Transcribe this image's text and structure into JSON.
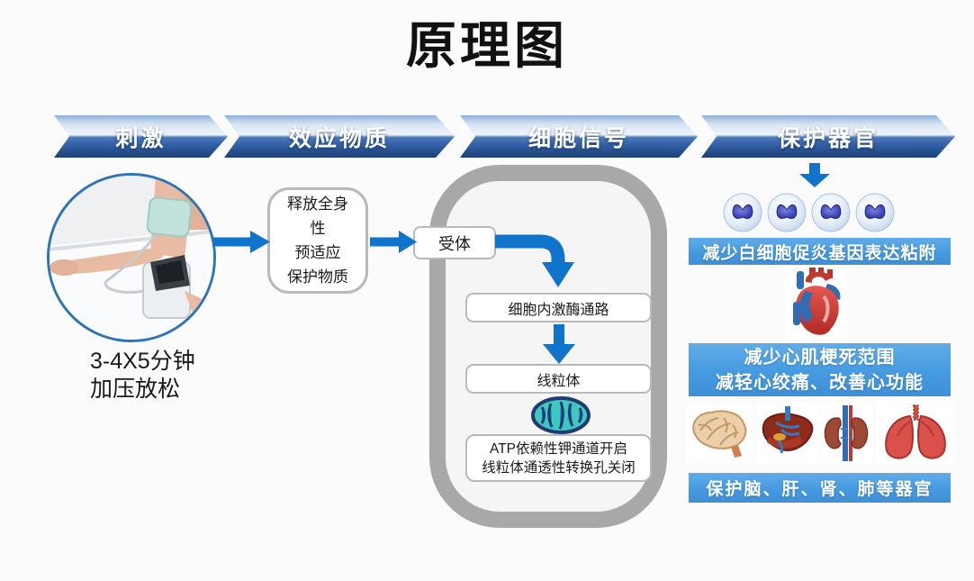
{
  "title": "原理图",
  "stages": [
    {
      "label": "刺激"
    },
    {
      "label": "效应物质"
    },
    {
      "label": "细胞信号"
    },
    {
      "label": "保护器官"
    }
  ],
  "stimulus": {
    "image_name": "arm-with-blood-pressure-cuff-photo",
    "caption_line1": "3-4X5分钟",
    "caption_line2": "加压放松"
  },
  "effector_box": {
    "line1": "释放全身",
    "line2": "性",
    "line3": "预适应",
    "line4": "保护物质"
  },
  "cell": {
    "receptor_label": "受体",
    "kinase_label": "细胞内激酶通路",
    "mitochondria_label": "线粒体",
    "atp_line1": "ATP依赖性钾通道开启",
    "atp_line2": "线粒体通透性转换孔关闭"
  },
  "protection": {
    "leukocyte_banner": "减少白细胞促炎基因表达粘附",
    "heart_banner_line1": "减少心肌梗死范围",
    "heart_banner_line2": "减轻心绞痛、改善心功能",
    "organs_banner": "保护脑、肝、肾、肺等器官",
    "organs": [
      "brain",
      "liver",
      "kidney",
      "lung"
    ]
  },
  "colors": {
    "arrow_blue": "#1174cb",
    "banner_blue": "#459ae0",
    "chevron_dark_blue": "#1d4179",
    "cell_gray": "#a8a8a8",
    "circle_border_blue": "#2e74b5",
    "mitochondria_teal": "#3fc8c0"
  }
}
